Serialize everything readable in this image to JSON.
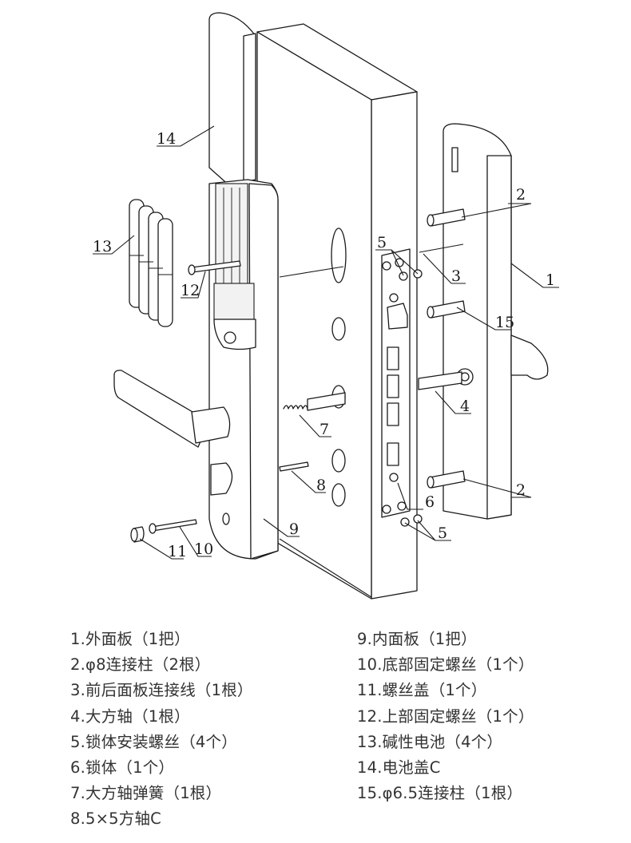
{
  "diagram": {
    "title": "Smart lock exploded assembly view",
    "callouts": [
      "1",
      "2",
      "2",
      "3",
      "4",
      "5",
      "5",
      "6",
      "7",
      "8",
      "9",
      "10",
      "11",
      "12",
      "13",
      "14",
      "15"
    ]
  },
  "legend": {
    "left": [
      "1.外面板（1把）",
      "2.φ8连接柱（2根）",
      "3.前后面板连接线（1根）",
      "4.大方轴（1根）",
      "5.锁体安装螺丝（4个）",
      "6.锁体（1个）",
      "7.大方轴弹簧（1根）",
      "8.5×5方轴C"
    ],
    "right": [
      "9.内面板（1把）",
      "10.底部固定螺丝（1个）",
      "11.螺丝盖（1个）",
      "12.上部固定螺丝（1个）",
      "13.碱性电池（4个）",
      "14.电池盖C",
      "15.φ6.5连接柱（1根）"
    ]
  }
}
